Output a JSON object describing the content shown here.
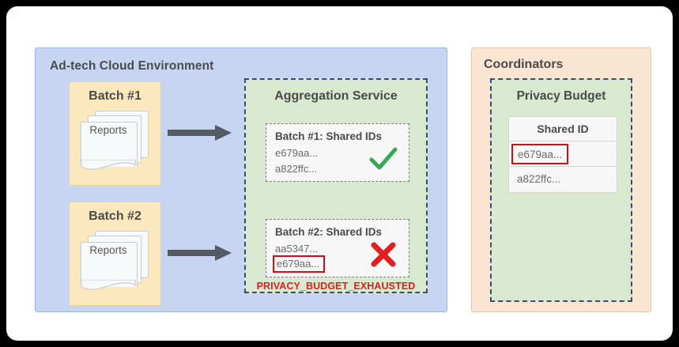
{
  "diagram": {
    "adtech": {
      "title": "Ad-tech Cloud Environment",
      "batches": [
        {
          "title": "Batch #1",
          "docs_label": "Reports"
        },
        {
          "title": "Batch #2",
          "docs_label": "Reports"
        }
      ]
    },
    "aggregation": {
      "title": "Aggregation Service",
      "cards": [
        {
          "title": "Batch #1: Shared IDs",
          "ids": [
            "e679aa...",
            "a822ffc..."
          ],
          "flagged_id": null,
          "status": "check-mark",
          "status_color": "#34a853"
        },
        {
          "title": "Batch #2: Shared IDs",
          "ids": [
            "aa5347..."
          ],
          "flagged_id": "e679aa...",
          "status": "cross-mark",
          "status_color": "#e02020"
        }
      ],
      "error_text": "PRIVACY_BUDGET_EXHAUSTED"
    },
    "coordinators": {
      "title": "Coordinators",
      "privacy_budget": {
        "title": "Privacy Budget",
        "table": {
          "header": "Shared ID",
          "rows": [
            {
              "value": "e679aa...",
              "flagged": true
            },
            {
              "value": "a822ffc...",
              "flagged": false
            }
          ]
        }
      }
    },
    "colors": {
      "adtech_panel": "#c6d6f2",
      "batch_box": "#fce8bd",
      "green_panel": "#d9e9cf",
      "coordinator_panel": "#fae5d3",
      "arrow": "#555b63",
      "success": "#34a853",
      "error": "#e02020",
      "flag_border": "#cc1111"
    }
  }
}
